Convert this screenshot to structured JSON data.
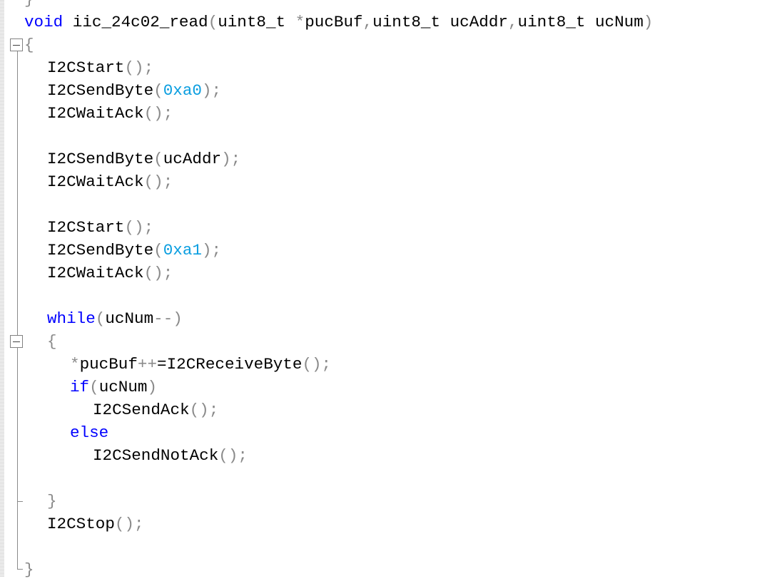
{
  "editor": {
    "lines": [
      {
        "indent": 0,
        "segments": [
          {
            "t": "}",
            "c": "pun"
          }
        ]
      },
      {
        "indent": 0,
        "segments": [
          {
            "t": "void",
            "c": "kw"
          },
          {
            "t": " iic_24c02_read",
            "c": "ident"
          },
          {
            "t": "(",
            "c": "pun"
          },
          {
            "t": "uint8_t ",
            "c": "ident"
          },
          {
            "t": "*",
            "c": "pun"
          },
          {
            "t": "pucBuf",
            "c": "ident"
          },
          {
            "t": ",",
            "c": "pun"
          },
          {
            "t": "uint8_t ucAddr",
            "c": "ident"
          },
          {
            "t": ",",
            "c": "pun"
          },
          {
            "t": "uint8_t ucNum",
            "c": "ident"
          },
          {
            "t": ")",
            "c": "pun"
          }
        ]
      },
      {
        "indent": 0,
        "segments": [
          {
            "t": "{",
            "c": "pun"
          }
        ]
      },
      {
        "indent": 1,
        "segments": [
          {
            "t": "I2CStart",
            "c": "ident"
          },
          {
            "t": "();",
            "c": "pun"
          }
        ]
      },
      {
        "indent": 1,
        "segments": [
          {
            "t": "I2CSendByte",
            "c": "ident"
          },
          {
            "t": "(",
            "c": "pun"
          },
          {
            "t": "0xa0",
            "c": "num"
          },
          {
            "t": ");",
            "c": "pun"
          }
        ]
      },
      {
        "indent": 1,
        "segments": [
          {
            "t": "I2CWaitAck",
            "c": "ident"
          },
          {
            "t": "();",
            "c": "pun"
          }
        ]
      },
      {
        "indent": 0,
        "segments": []
      },
      {
        "indent": 1,
        "segments": [
          {
            "t": "I2CSendByte",
            "c": "ident"
          },
          {
            "t": "(",
            "c": "pun"
          },
          {
            "t": "ucAddr",
            "c": "ident"
          },
          {
            "t": ");",
            "c": "pun"
          }
        ]
      },
      {
        "indent": 1,
        "segments": [
          {
            "t": "I2CWaitAck",
            "c": "ident"
          },
          {
            "t": "();",
            "c": "pun"
          }
        ]
      },
      {
        "indent": 0,
        "segments": []
      },
      {
        "indent": 1,
        "segments": [
          {
            "t": "I2CStart",
            "c": "ident"
          },
          {
            "t": "();",
            "c": "pun"
          }
        ]
      },
      {
        "indent": 1,
        "segments": [
          {
            "t": "I2CSendByte",
            "c": "ident"
          },
          {
            "t": "(",
            "c": "pun"
          },
          {
            "t": "0xa1",
            "c": "num"
          },
          {
            "t": ");",
            "c": "pun"
          }
        ]
      },
      {
        "indent": 1,
        "segments": [
          {
            "t": "I2CWaitAck",
            "c": "ident"
          },
          {
            "t": "();",
            "c": "pun"
          }
        ]
      },
      {
        "indent": 0,
        "segments": []
      },
      {
        "indent": 1,
        "segments": [
          {
            "t": "while",
            "c": "kw"
          },
          {
            "t": "(",
            "c": "pun"
          },
          {
            "t": "ucNum",
            "c": "ident"
          },
          {
            "t": "--)",
            "c": "pun"
          }
        ]
      },
      {
        "indent": 1,
        "segments": [
          {
            "t": "{",
            "c": "pun"
          }
        ]
      },
      {
        "indent": 2,
        "segments": [
          {
            "t": "*",
            "c": "pun"
          },
          {
            "t": "pucBuf",
            "c": "ident"
          },
          {
            "t": "++",
            "c": "pun"
          },
          {
            "t": "=",
            "c": "ident"
          },
          {
            "t": "I2CReceiveByte",
            "c": "ident"
          },
          {
            "t": "();",
            "c": "pun"
          }
        ]
      },
      {
        "indent": 2,
        "segments": [
          {
            "t": "if",
            "c": "kw"
          },
          {
            "t": "(",
            "c": "pun"
          },
          {
            "t": "ucNum",
            "c": "ident"
          },
          {
            "t": ")",
            "c": "pun"
          }
        ]
      },
      {
        "indent": 3,
        "segments": [
          {
            "t": "I2CSendAck",
            "c": "ident"
          },
          {
            "t": "();",
            "c": "pun"
          }
        ]
      },
      {
        "indent": 2,
        "segments": [
          {
            "t": "else",
            "c": "kw"
          }
        ]
      },
      {
        "indent": 3,
        "segments": [
          {
            "t": "I2CSendNotAck",
            "c": "ident"
          },
          {
            "t": "();",
            "c": "pun"
          }
        ]
      },
      {
        "indent": 0,
        "segments": []
      },
      {
        "indent": 1,
        "segments": [
          {
            "t": "}",
            "c": "pun"
          }
        ]
      },
      {
        "indent": 1,
        "segments": [
          {
            "t": "I2CStop",
            "c": "ident"
          },
          {
            "t": "();",
            "c": "pun"
          }
        ]
      },
      {
        "indent": 0,
        "segments": []
      },
      {
        "indent": 0,
        "segments": [
          {
            "t": "}",
            "c": "pun"
          }
        ]
      }
    ]
  },
  "colors": {
    "keyword": "#0000ff",
    "number": "#0a9ee0",
    "punctuation": "#8a8a8a",
    "identifier": "#000000"
  }
}
